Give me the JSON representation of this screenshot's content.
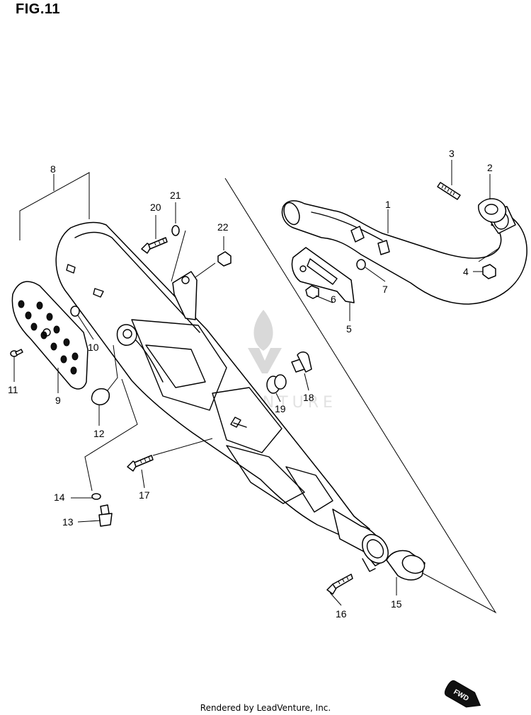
{
  "figure": {
    "title": "FIG.11"
  },
  "watermark": {
    "text": "LEADVENTURE"
  },
  "footer": {
    "text": "Rendered by LeadVenture, Inc."
  },
  "direction_badge": {
    "text": "FWD"
  },
  "callouts": [
    {
      "number": "1"
    },
    {
      "number": "2"
    },
    {
      "number": "3"
    },
    {
      "number": "4"
    },
    {
      "number": "5"
    },
    {
      "number": "6"
    },
    {
      "number": "7"
    },
    {
      "number": "8"
    },
    {
      "number": "9"
    },
    {
      "number": "10"
    },
    {
      "number": "11"
    },
    {
      "number": "12"
    },
    {
      "number": "13"
    },
    {
      "number": "14"
    },
    {
      "number": "15"
    },
    {
      "number": "16"
    },
    {
      "number": "17"
    },
    {
      "number": "18"
    },
    {
      "number": "19"
    },
    {
      "number": "20"
    },
    {
      "number": "21"
    },
    {
      "number": "22"
    }
  ]
}
